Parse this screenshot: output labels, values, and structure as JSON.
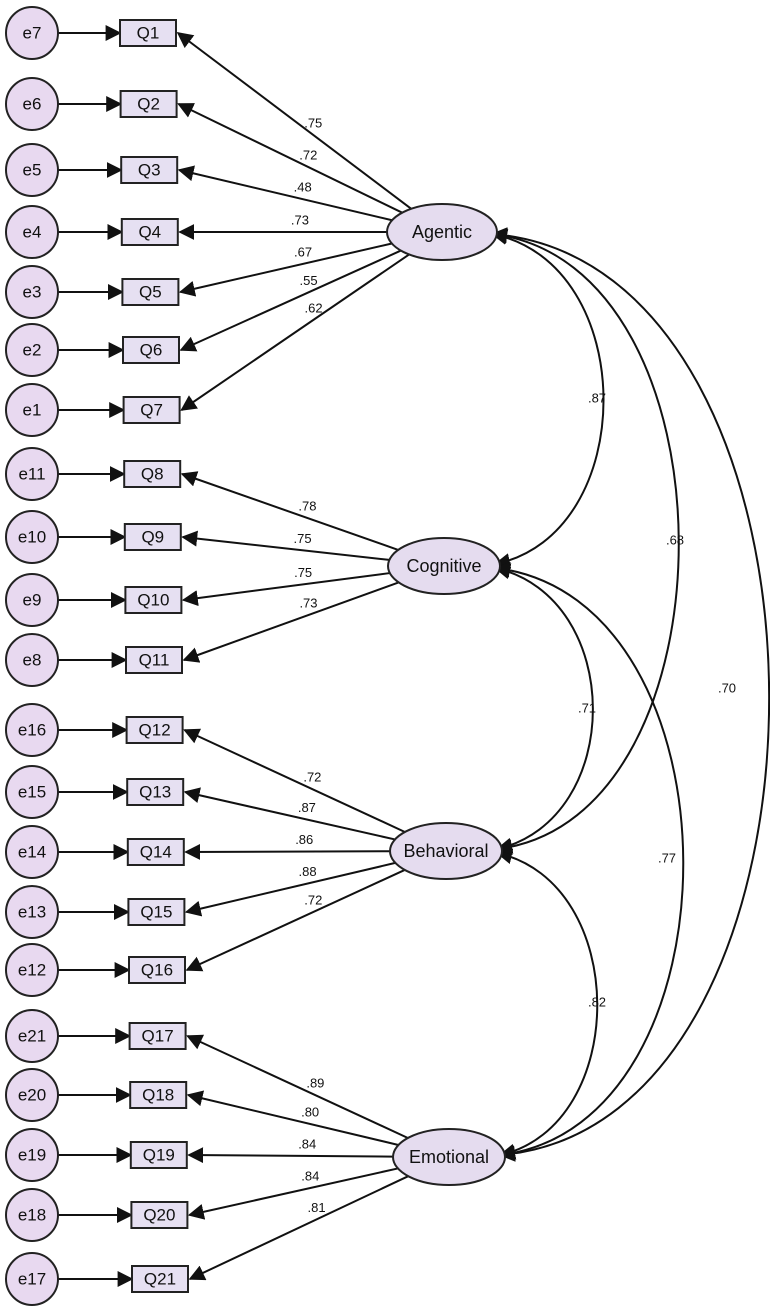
{
  "factors": [
    {
      "id": "agentic",
      "label": "Agentic",
      "items": [
        {
          "item": "Q1",
          "error": "e7",
          "loading": ".75"
        },
        {
          "item": "Q2",
          "error": "e6",
          "loading": ".72"
        },
        {
          "item": "Q3",
          "error": "e5",
          "loading": ".48"
        },
        {
          "item": "Q4",
          "error": "e4",
          "loading": ".73"
        },
        {
          "item": "Q5",
          "error": "e3",
          "loading": ".67"
        },
        {
          "item": "Q6",
          "error": "e2",
          "loading": ".55"
        },
        {
          "item": "Q7",
          "error": "e1",
          "loading": ".62"
        }
      ]
    },
    {
      "id": "cognitive",
      "label": "Cognitive",
      "items": [
        {
          "item": "Q8",
          "error": "e11",
          "loading": ".78"
        },
        {
          "item": "Q9",
          "error": "e10",
          "loading": ".75"
        },
        {
          "item": "Q10",
          "error": "e9",
          "loading": ".75"
        },
        {
          "item": "Q11",
          "error": "e8",
          "loading": ".73"
        }
      ]
    },
    {
      "id": "behavioral",
      "label": "Behavioral",
      "items": [
        {
          "item": "Q12",
          "error": "e16",
          "loading": ".72"
        },
        {
          "item": "Q13",
          "error": "e15",
          "loading": ".87"
        },
        {
          "item": "Q14",
          "error": "e14",
          "loading": ".86"
        },
        {
          "item": "Q15",
          "error": "e13",
          "loading": ".88"
        },
        {
          "item": "Q16",
          "error": "e12",
          "loading": ".72"
        }
      ]
    },
    {
      "id": "emotional",
      "label": "Emotional",
      "items": [
        {
          "item": "Q17",
          "error": "e21",
          "loading": ".89"
        },
        {
          "item": "Q18",
          "error": "e20",
          "loading": ".80"
        },
        {
          "item": "Q19",
          "error": "e19",
          "loading": ".84"
        },
        {
          "item": "Q20",
          "error": "e18",
          "loading": ".84"
        },
        {
          "item": "Q21",
          "error": "e17",
          "loading": ".81"
        }
      ]
    }
  ],
  "correlations": [
    {
      "from": "agentic",
      "to": "cognitive",
      "value": ".87"
    },
    {
      "from": "cognitive",
      "to": "behavioral",
      "value": ".71"
    },
    {
      "from": "behavioral",
      "to": "emotional",
      "value": ".82"
    },
    {
      "from": "agentic",
      "to": "behavioral",
      "value": ".68"
    },
    {
      "from": "cognitive",
      "to": "emotional",
      "value": ".77"
    },
    {
      "from": "agentic",
      "to": "emotional",
      "value": ".70"
    }
  ],
  "colors": {
    "node_fill": "#e5dcef",
    "stroke": "#111111"
  }
}
